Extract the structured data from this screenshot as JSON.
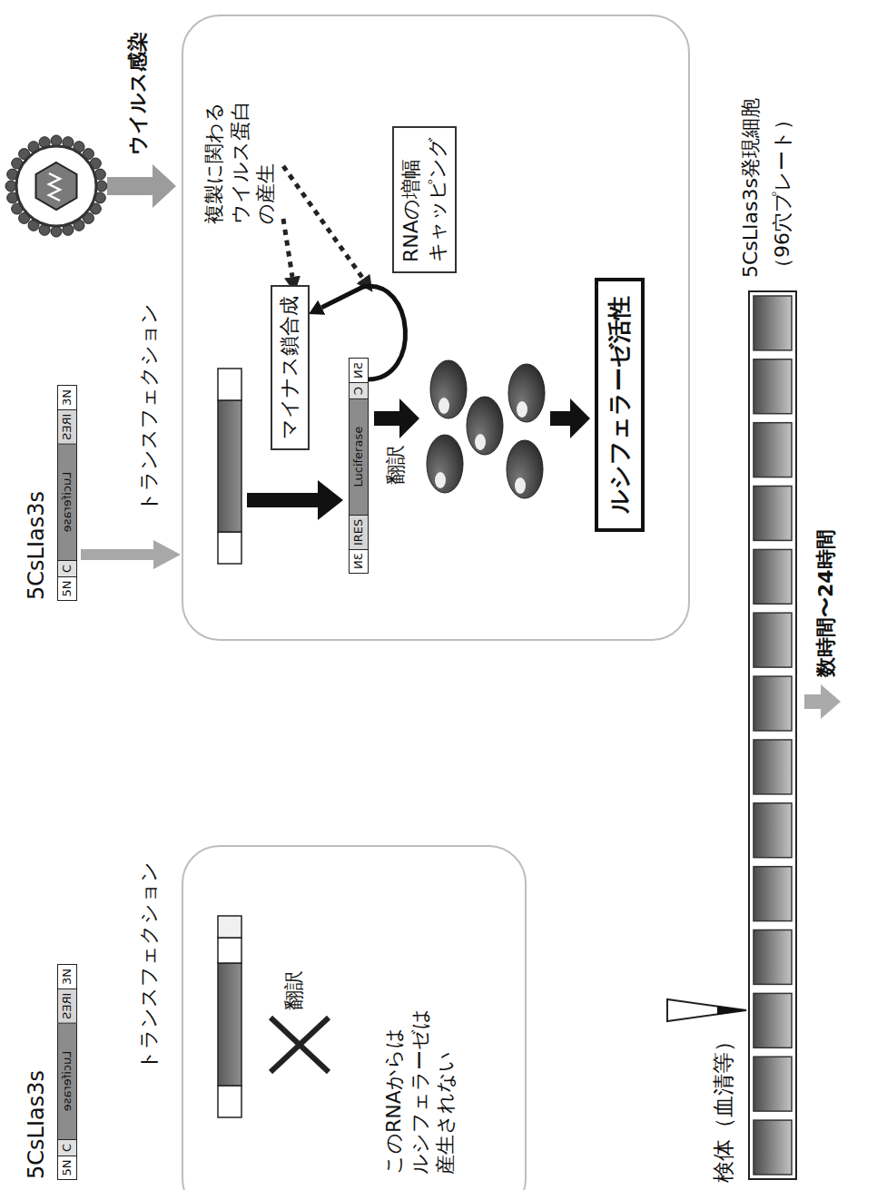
{
  "diagram": {
    "nodes": [
      {
        "text": [
          "5CsLIas3s",
          "5N",
          "C",
          "Luciferase",
          "IRES",
          "3N"
        ]
      },
      {
        "text": [
          "トランスフェクション",
          "翻訳",
          "このRNAからは ルシフェラーゼは 産生されない"
        ]
      },
      {
        "text": [
          "5CsLIas3s",
          "5N",
          "C",
          "Luciferase",
          "IRES",
          "3N"
        ]
      },
      {
        "text": [
          "トランスフェクション",
          "複製に関わる ウイルス蛋白 の産生",
          "翻訳"
        ]
      },
      {
        "text": [
          "マイナス鎖合成"
        ],
        "in": 3
      },
      {
        "text": [
          "3N",
          "IRES",
          "Luciferase",
          "C",
          "5N"
        ],
        "in": 3
      },
      {
        "text": [
          "RNAの増幅 キャッピング"
        ],
        "in": 3
      },
      {
        "text": [
          "ルシフェラーゼ活性"
        ],
        "in": 3
      }
    ],
    "edges": [
      {
        "from": 2,
        "to": 3,
        "arrow": "to"
      },
      {
        "from": 5,
        "to": 4,
        "arrow": "to"
      }
    ],
    "labels": [
      "ウイルス感染",
      "検体（血清等）",
      "5CsLIas3s発現細胞",
      "（96穴プレート）",
      "数時間〜24時間"
    ]
  }
}
